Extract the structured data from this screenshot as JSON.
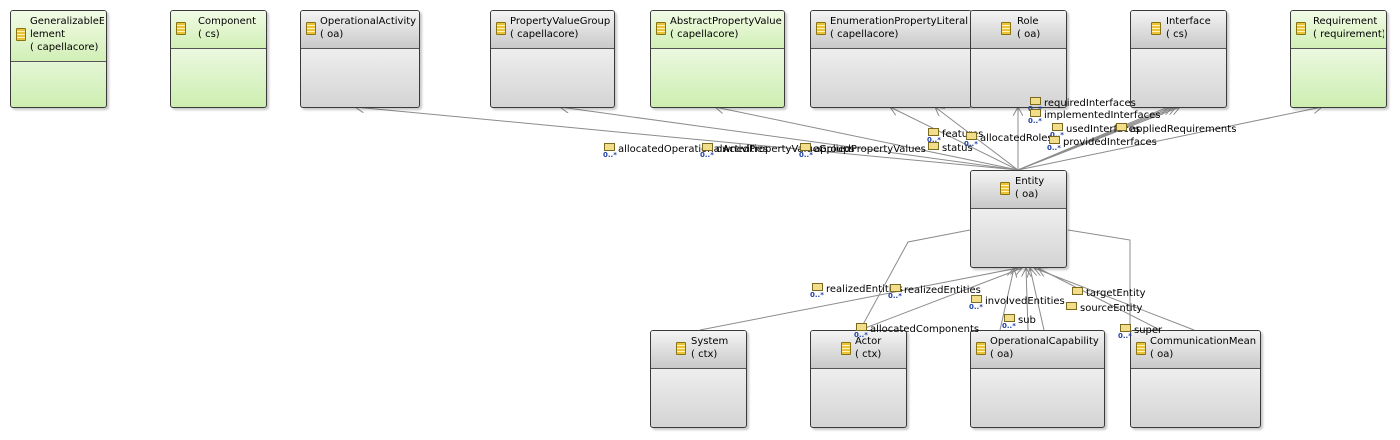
{
  "diagram": {
    "classes": {
      "generalizable_element": {
        "name": "GeneralizableE\nlement",
        "pkg": "( capellacore)"
      },
      "component": {
        "name": "Component",
        "pkg": "( cs)"
      },
      "operational_activity": {
        "name": "OperationalActivity",
        "pkg": "( oa)"
      },
      "property_value_group": {
        "name": "PropertyValueGroup",
        "pkg": "( capellacore)"
      },
      "abstract_property_value": {
        "name": "AbstractPropertyValue",
        "pkg": "( capellacore)"
      },
      "enumeration_property_literal": {
        "name": "EnumerationPropertyLiteral",
        "pkg": "( capellacore)"
      },
      "role": {
        "name": "Role",
        "pkg": "( oa)"
      },
      "interface": {
        "name": "Interface",
        "pkg": "( cs)"
      },
      "requirement": {
        "name": "Requirement",
        "pkg": "( requirement)"
      },
      "entity": {
        "name": "Entity",
        "pkg": "( oa)"
      },
      "system": {
        "name": "System",
        "pkg": "( ctx)"
      },
      "actor": {
        "name": "Actor",
        "pkg": "( ctx)"
      },
      "operational_capability": {
        "name": "OperationalCapability",
        "pkg": "( oa)"
      },
      "communication_mean": {
        "name": "CommunicationMean",
        "pkg": "( oa)"
      }
    },
    "roles": {
      "allocated_operational_activities": "allocatedOperationalActivities",
      "owned_property_value_groups": "ownedPropertyValueGroups",
      "applied_property_values": "appliedPropertyValues",
      "features": "features",
      "status": "status",
      "allocated_roles": "allocatedRoles",
      "required_interfaces": "requiredInterfaces",
      "implemented_interfaces": "implementedInterfaces",
      "used_interfaces": "usedInterfaces",
      "provided_interfaces": "providedInterfaces",
      "applied_requirements": "appliedRequirements",
      "realized_entities": "realizedEntities",
      "involved_entities": "involvedEntities",
      "target_entity": "targetEntity",
      "source_entity": "sourceEntity",
      "sub": "sub",
      "super": "super",
      "allocated_components": "allocatedComponents"
    },
    "multiplicity": "0..*",
    "colors": {
      "abstract_class_fill": "#cdeeb0",
      "class_fill": "#d4d4d4",
      "multiplicity": "#1f3fa8",
      "edge": "#8c8c8c"
    }
  }
}
